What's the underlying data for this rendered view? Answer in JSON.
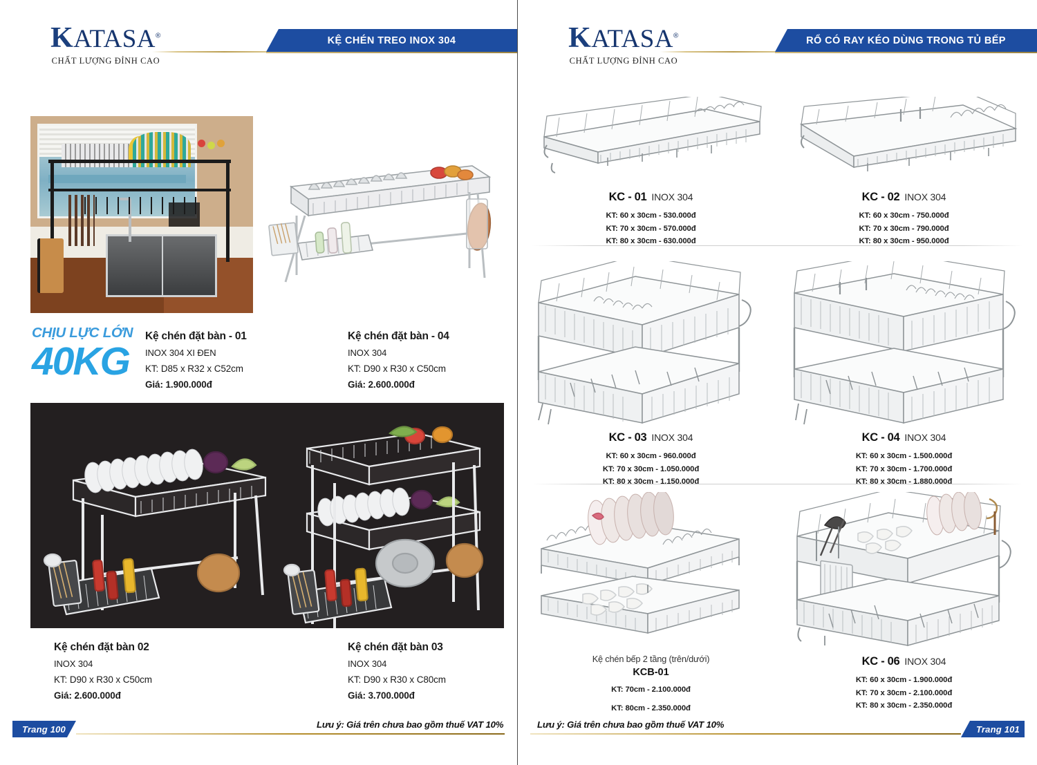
{
  "brand": {
    "name_k": "K",
    "name_rest": "ATASA",
    "registered": "®",
    "tagline": "CHẤT LƯỢNG ĐỈNH CAO"
  },
  "colors": {
    "banner_blue": "#1d4da1",
    "logo_navy": "#16356e",
    "badge_blue": "#29a3e3",
    "gold_rule": "#b8912f"
  },
  "left_page": {
    "banner_title": "KỆ CHÉN TREO INOX 304",
    "badge": {
      "line1": "CHỊU LỰC LỚN",
      "line2": "40KG"
    },
    "products": [
      {
        "title": "Kệ chén đặt bàn - 01",
        "material": "INOX 304 XI ĐEN",
        "dimensions": "KT: D85 x R32 x C52cm",
        "price": "Giá: 1.900.000đ"
      },
      {
        "title": "Kệ chén đặt bàn - 04",
        "material": "INOX 304",
        "dimensions": "KT: D90 x R30 x C50cm",
        "price": "Giá: 2.600.000đ"
      },
      {
        "title": "Kệ chén đặt bàn 02",
        "material": "INOX 304",
        "dimensions": "KT: D90 x R30 x C50cm",
        "price": "Giá: 2.600.000đ"
      },
      {
        "title": "Kệ chén đặt bàn 03",
        "material": "INOX 304",
        "dimensions": "KT: D90 x R30 x C80cm",
        "price": "Giá: 3.700.000đ"
      }
    ],
    "footer": {
      "page_label": "Trang 100",
      "vat_note": "Lưu ý: Giá trên chưa bao gồm thuế VAT 10%"
    }
  },
  "right_page": {
    "banner_title": "RỔ CÓ RAY KÉO DÙNG TRONG TỦ BẾP",
    "products": [
      {
        "code": "KC - 01",
        "material": "INOX 304",
        "specs": [
          "KT: 60 x 30cm - 530.000đ",
          "KT: 70 x 30cm - 570.000đ",
          "KT: 80 x 30cm - 630.000đ"
        ]
      },
      {
        "code": "KC - 02",
        "material": "INOX 304",
        "specs": [
          "KT: 60 x 30cm - 750.000đ",
          "KT: 70 x 30cm - 790.000đ",
          "KT: 80 x 30cm - 950.000đ"
        ]
      },
      {
        "code": "KC - 03",
        "material": "INOX 304",
        "specs": [
          "KT: 60 x 30cm - 960.000đ",
          "KT: 70 x 30cm - 1.050.000đ",
          "KT: 80 x 30cm - 1.150.000đ"
        ]
      },
      {
        "code": "KC - 04",
        "material": "INOX 304",
        "specs": [
          "KT: 60 x 30cm - 1.500.000đ",
          "KT: 70 x 30cm - 1.700.000đ",
          "KT: 80 x 30cm - 1.880.000đ"
        ]
      },
      {
        "subtitle": "Kệ chén bếp 2 tầng (trên/dưới)",
        "code": "KCB-01",
        "specs": [
          "KT: 70cm - 2.100.000đ",
          "KT: 80cm - 2.350.000đ"
        ]
      },
      {
        "code": "KC - 06",
        "material": "INOX 304",
        "specs": [
          "KT: 60 x 30cm - 1.900.000đ",
          "KT: 70 x 30cm - 2.100.000đ",
          "KT: 80 x 30cm - 2.350.000đ"
        ]
      }
    ],
    "footer": {
      "page_label": "Trang 101",
      "vat_note": "Lưu ý: Giá trên chưa bao gồm thuế VAT 10%"
    }
  }
}
